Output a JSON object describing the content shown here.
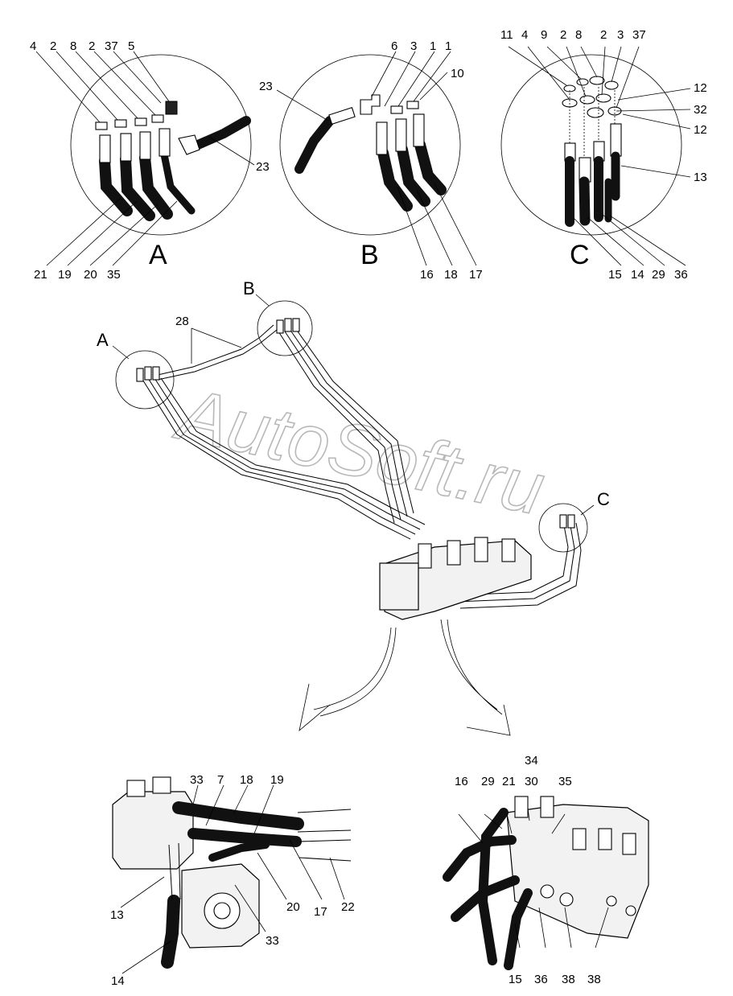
{
  "watermark": "AutoSoft.ru",
  "details": {
    "A": {
      "letter": "A",
      "top_labels": [
        "4",
        "2",
        "8",
        "2",
        "37",
        "5"
      ],
      "side_label": "23",
      "bottom_labels": [
        "21",
        "19",
        "20",
        "35"
      ]
    },
    "B": {
      "letter": "B",
      "top_labels": [
        "6",
        "3",
        "1",
        "1"
      ],
      "right_label": "10",
      "left_label": "23",
      "bottom_labels": [
        "16",
        "18",
        "17"
      ]
    },
    "C": {
      "letter": "C",
      "top_labels": [
        "11",
        "4",
        "9",
        "2",
        "8",
        "2",
        "3",
        "37"
      ],
      "right_labels": [
        "12",
        "32",
        "12",
        "13"
      ],
      "bottom_labels": [
        "15",
        "14",
        "29",
        "36"
      ]
    }
  },
  "overview": {
    "letter_a": "A",
    "letter_b": "B",
    "letter_c": "C",
    "label_28": "28"
  },
  "bottom_left": {
    "labels": [
      "33",
      "7",
      "18",
      "19",
      "13",
      "20",
      "17",
      "22",
      "33",
      "14"
    ]
  },
  "bottom_right": {
    "labels": [
      "34",
      "16",
      "29",
      "21",
      "30",
      "35",
      "15",
      "36",
      "38",
      "38"
    ]
  }
}
